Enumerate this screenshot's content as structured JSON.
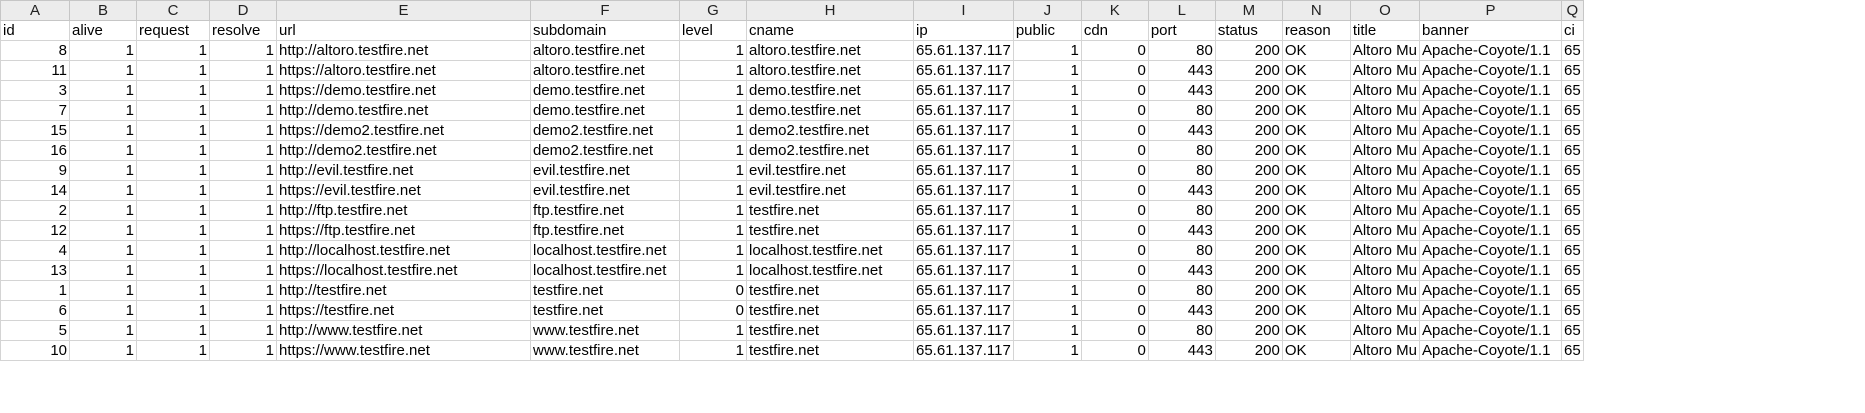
{
  "column_letters": [
    "A",
    "B",
    "C",
    "D",
    "E",
    "F",
    "G",
    "H",
    "I",
    "J",
    "K",
    "L",
    "M",
    "N",
    "O",
    "P",
    "Q"
  ],
  "header_row": [
    "id",
    "alive",
    "request",
    "resolve",
    "url",
    "subdomain",
    "level",
    "cname",
    "ip",
    "public",
    "cdn",
    "port",
    "status",
    "reason",
    "title",
    "banner",
    "ci"
  ],
  "rows": [
    [
      "8",
      "1",
      "1",
      "1",
      "http://altoro.testfire.net",
      "altoro.testfire.net",
      "1",
      "altoro.testfire.net",
      "65.61.137.117",
      "1",
      "0",
      "80",
      "200",
      "OK",
      "Altoro Mu",
      "Apache-Coyote/1.1",
      "65"
    ],
    [
      "11",
      "1",
      "1",
      "1",
      "https://altoro.testfire.net",
      "altoro.testfire.net",
      "1",
      "altoro.testfire.net",
      "65.61.137.117",
      "1",
      "0",
      "443",
      "200",
      "OK",
      "Altoro Mu",
      "Apache-Coyote/1.1",
      "65"
    ],
    [
      "3",
      "1",
      "1",
      "1",
      "https://demo.testfire.net",
      "demo.testfire.net",
      "1",
      "demo.testfire.net",
      "65.61.137.117",
      "1",
      "0",
      "443",
      "200",
      "OK",
      "Altoro Mu",
      "Apache-Coyote/1.1",
      "65"
    ],
    [
      "7",
      "1",
      "1",
      "1",
      "http://demo.testfire.net",
      "demo.testfire.net",
      "1",
      "demo.testfire.net",
      "65.61.137.117",
      "1",
      "0",
      "80",
      "200",
      "OK",
      "Altoro Mu",
      "Apache-Coyote/1.1",
      "65"
    ],
    [
      "15",
      "1",
      "1",
      "1",
      "https://demo2.testfire.net",
      "demo2.testfire.net",
      "1",
      "demo2.testfire.net",
      "65.61.137.117",
      "1",
      "0",
      "443",
      "200",
      "OK",
      "Altoro Mu",
      "Apache-Coyote/1.1",
      "65"
    ],
    [
      "16",
      "1",
      "1",
      "1",
      "http://demo2.testfire.net",
      "demo2.testfire.net",
      "1",
      "demo2.testfire.net",
      "65.61.137.117",
      "1",
      "0",
      "80",
      "200",
      "OK",
      "Altoro Mu",
      "Apache-Coyote/1.1",
      "65"
    ],
    [
      "9",
      "1",
      "1",
      "1",
      "http://evil.testfire.net",
      "evil.testfire.net",
      "1",
      "evil.testfire.net",
      "65.61.137.117",
      "1",
      "0",
      "80",
      "200",
      "OK",
      "Altoro Mu",
      "Apache-Coyote/1.1",
      "65"
    ],
    [
      "14",
      "1",
      "1",
      "1",
      "https://evil.testfire.net",
      "evil.testfire.net",
      "1",
      "evil.testfire.net",
      "65.61.137.117",
      "1",
      "0",
      "443",
      "200",
      "OK",
      "Altoro Mu",
      "Apache-Coyote/1.1",
      "65"
    ],
    [
      "2",
      "1",
      "1",
      "1",
      "http://ftp.testfire.net",
      "ftp.testfire.net",
      "1",
      "testfire.net",
      "65.61.137.117",
      "1",
      "0",
      "80",
      "200",
      "OK",
      "Altoro Mu",
      "Apache-Coyote/1.1",
      "65"
    ],
    [
      "12",
      "1",
      "1",
      "1",
      "https://ftp.testfire.net",
      "ftp.testfire.net",
      "1",
      "testfire.net",
      "65.61.137.117",
      "1",
      "0",
      "443",
      "200",
      "OK",
      "Altoro Mu",
      "Apache-Coyote/1.1",
      "65"
    ],
    [
      "4",
      "1",
      "1",
      "1",
      "http://localhost.testfire.net",
      "localhost.testfire.net",
      "1",
      "localhost.testfire.net",
      "65.61.137.117",
      "1",
      "0",
      "80",
      "200",
      "OK",
      "Altoro Mu",
      "Apache-Coyote/1.1",
      "65"
    ],
    [
      "13",
      "1",
      "1",
      "1",
      "https://localhost.testfire.net",
      "localhost.testfire.net",
      "1",
      "localhost.testfire.net",
      "65.61.137.117",
      "1",
      "0",
      "443",
      "200",
      "OK",
      "Altoro Mu",
      "Apache-Coyote/1.1",
      "65"
    ],
    [
      "1",
      "1",
      "1",
      "1",
      "http://testfire.net",
      "testfire.net",
      "0",
      "testfire.net",
      "65.61.137.117",
      "1",
      "0",
      "80",
      "200",
      "OK",
      "Altoro Mu",
      "Apache-Coyote/1.1",
      "65"
    ],
    [
      "6",
      "1",
      "1",
      "1",
      "https://testfire.net",
      "testfire.net",
      "0",
      "testfire.net",
      "65.61.137.117",
      "1",
      "0",
      "443",
      "200",
      "OK",
      "Altoro Mu",
      "Apache-Coyote/1.1",
      "65"
    ],
    [
      "5",
      "1",
      "1",
      "1",
      "http://www.testfire.net",
      "www.testfire.net",
      "1",
      "testfire.net",
      "65.61.137.117",
      "1",
      "0",
      "80",
      "200",
      "OK",
      "Altoro Mu",
      "Apache-Coyote/1.1",
      "65"
    ],
    [
      "10",
      "1",
      "1",
      "1",
      "https://www.testfire.net",
      "www.testfire.net",
      "1",
      "testfire.net",
      "65.61.137.117",
      "1",
      "0",
      "443",
      "200",
      "OK",
      "Altoro Mu",
      "Apache-Coyote/1.1",
      "65"
    ]
  ]
}
